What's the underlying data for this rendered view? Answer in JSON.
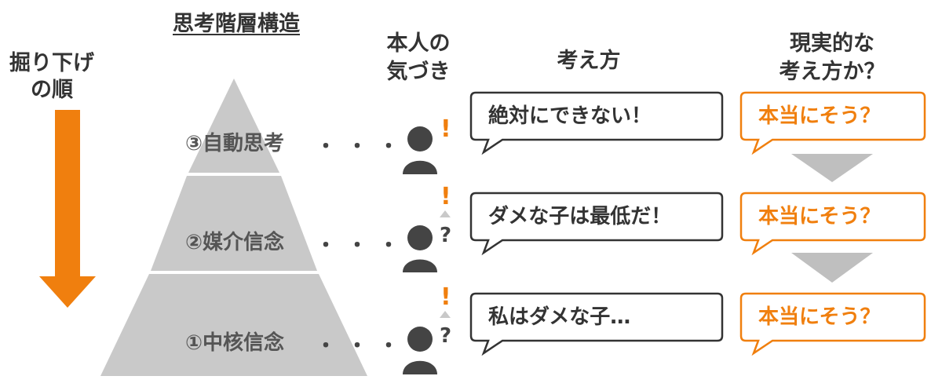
{
  "left_label": {
    "line1": "掘り下げ",
    "line2": "の順"
  },
  "pyramid_title": "思考階層構造",
  "columns": {
    "awareness": {
      "line1": "本人の",
      "line2": "気づき"
    },
    "thinking": "考え方",
    "realistic": {
      "line1": "現実的な",
      "line2": "考え方か？"
    }
  },
  "levels": [
    {
      "label": "③自動思考",
      "thought": "絶対にできない！",
      "challenge": "本当にそう？",
      "awareness": "!"
    },
    {
      "label": "②媒介信念",
      "thought": "ダメな子は最低だ！",
      "challenge": "本当にそう？",
      "awareness": "?"
    },
    {
      "label": "①中核信念",
      "thought": "私はダメな子…",
      "challenge": "本当にそう？",
      "awareness": "?"
    }
  ],
  "dots": "・・・",
  "exclamation": "!",
  "colors": {
    "accent": "#f07f0e",
    "pyramid": "#c9c9c9",
    "dark": "#444444",
    "text": "#333333",
    "connector": "#bfbfbf"
  },
  "icons": {
    "person": "person-icon",
    "arrow": "arrow-down-icon",
    "triangle_down": "triangle-down-icon",
    "triangle_up": "triangle-up-icon"
  }
}
